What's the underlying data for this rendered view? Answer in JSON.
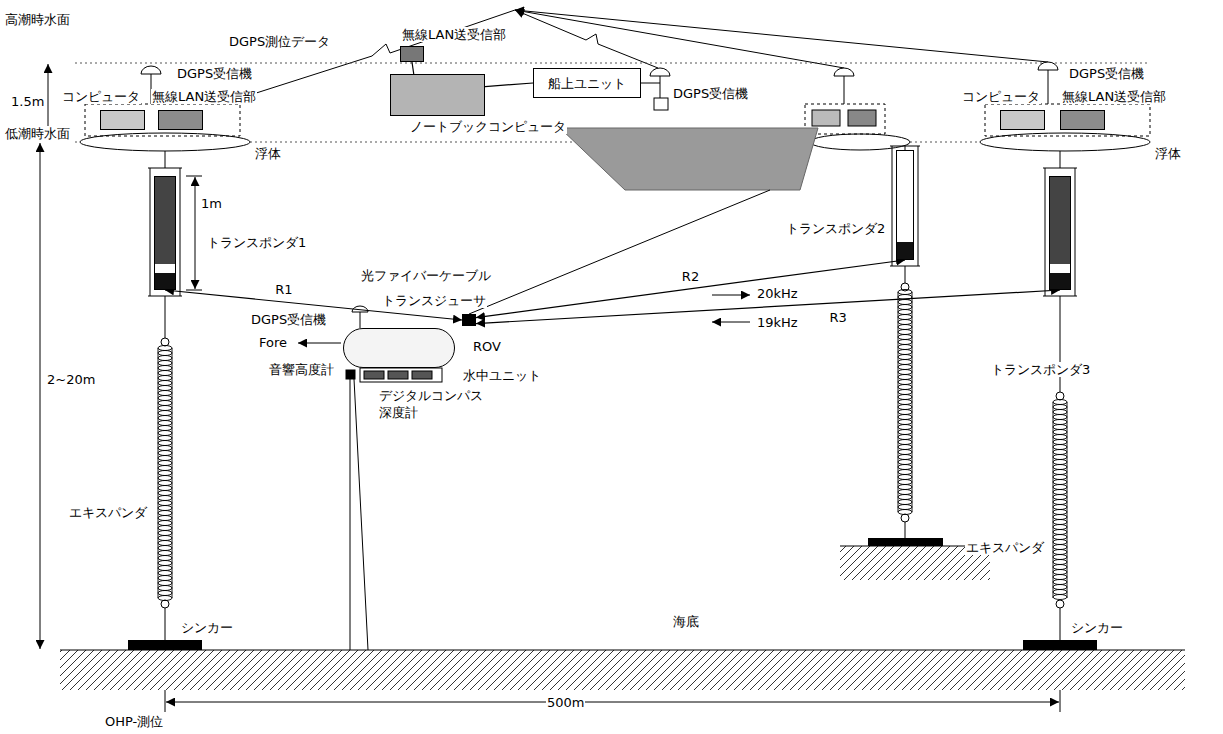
{
  "diagram": {
    "nodes": [
      {
        "text": [
          "コンピュータ"
        ]
      },
      {
        "text": [
          "無線LAN送受信部"
        ]
      },
      {
        "text": [
          "無線LAN送受信部"
        ]
      },
      {
        "text": [
          "ノートブックコンピュータ"
        ]
      },
      {
        "text": [
          "船上ユニット"
        ]
      },
      {
        "text": [
          "コンピュータ"
        ]
      },
      {
        "text": [
          "無線LAN送受信部"
        ]
      },
      {
        "text": [
          "トランスポンダ1"
        ]
      },
      {
        "text": [
          "トランスポンダ2"
        ]
      },
      {
        "text": [
          "トランスポンダ3"
        ]
      },
      {
        "text": [
          "ROV"
        ]
      },
      {
        "text": [
          "トランスジューサ"
        ]
      }
    ],
    "edges": [
      {
        "from": 2,
        "to": 3,
        "arrow": "none"
      },
      {
        "from": 3,
        "to": 4,
        "arrow": "none"
      },
      {
        "from": 11,
        "to": 7,
        "arrow": "both",
        "label": "R1"
      },
      {
        "from": 11,
        "to": 8,
        "arrow": "both",
        "label": "R2"
      },
      {
        "from": 11,
        "to": 9,
        "arrow": "both",
        "label": "R3"
      }
    ],
    "labels": [
      "DGPS測位データ",
      "高潮時水面",
      "1.5m",
      "DGPS受信機",
      "浮体",
      "DGPS受信機",
      "DGPS受信機",
      "浮体",
      "低潮時水面",
      "1m",
      "光ファイバーケーブル",
      "DGPS受信機",
      "Fore",
      "20kHz",
      "19kHz",
      "音響高度計",
      "水中ユニット",
      "デジタルコンパス",
      "深度計",
      "2~20m",
      "エキスパンダ",
      "エキスパンダ",
      "シンカー",
      "海底",
      "シンカー",
      "500m",
      "OHP-測位"
    ]
  }
}
